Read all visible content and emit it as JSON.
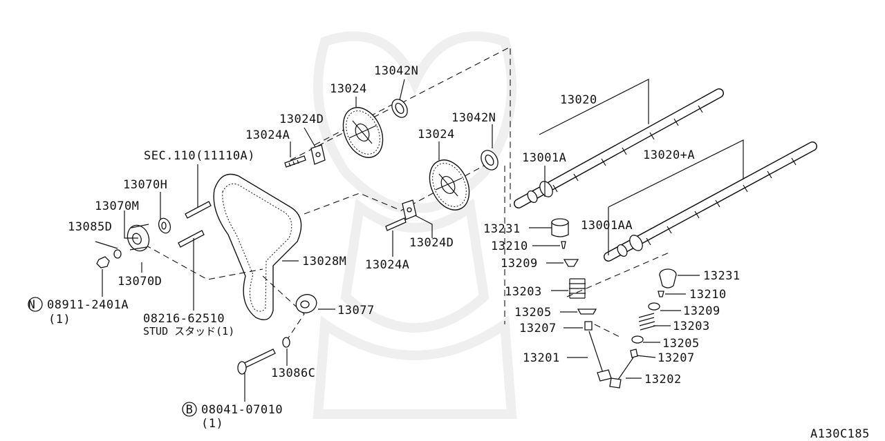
{
  "diagram_id": "A130C185",
  "labels": {
    "l13042N_a": "13042N",
    "l13024_a": "13024",
    "l13024D_a": "13024D",
    "l13024A_a": "13024A",
    "l13042N_b": "13042N",
    "l13024_b": "13024",
    "lsec110": "SEC.110(11110A)",
    "l13070H": "13070H",
    "l13070M": "13070M",
    "l13085D": "13085D",
    "l13070D": "13070D",
    "l13024D_b": "13024D",
    "l13024A_b": "13024A",
    "l13028M": "13028M",
    "l13077": "13077",
    "l08911": "08911-2401A",
    "l08911_qty": "(1)",
    "l08216": "08216-62510",
    "lstud": "STUD スタッド(1)",
    "l13086C": "13086C",
    "l08041": "08041-07010",
    "l08041_qty": "(1)",
    "l13020": "13020",
    "l13001A": "13001A",
    "l13020A": "13020+A",
    "l13001AA": "13001AA",
    "l13231_a": "13231",
    "l13210_a": "13210",
    "l13209_a": "13209",
    "l13203_a": "13203",
    "l13205_a": "13205",
    "l13207_a": "13207",
    "l13201": "13201",
    "l13231_b": "13231",
    "l13210_b": "13210",
    "l13209_b": "13209",
    "l13203_b": "13203",
    "l13205_b": "13205",
    "l13207_b": "13207",
    "l13202": "13202"
  },
  "markers": {
    "n": "N",
    "b": "B"
  }
}
